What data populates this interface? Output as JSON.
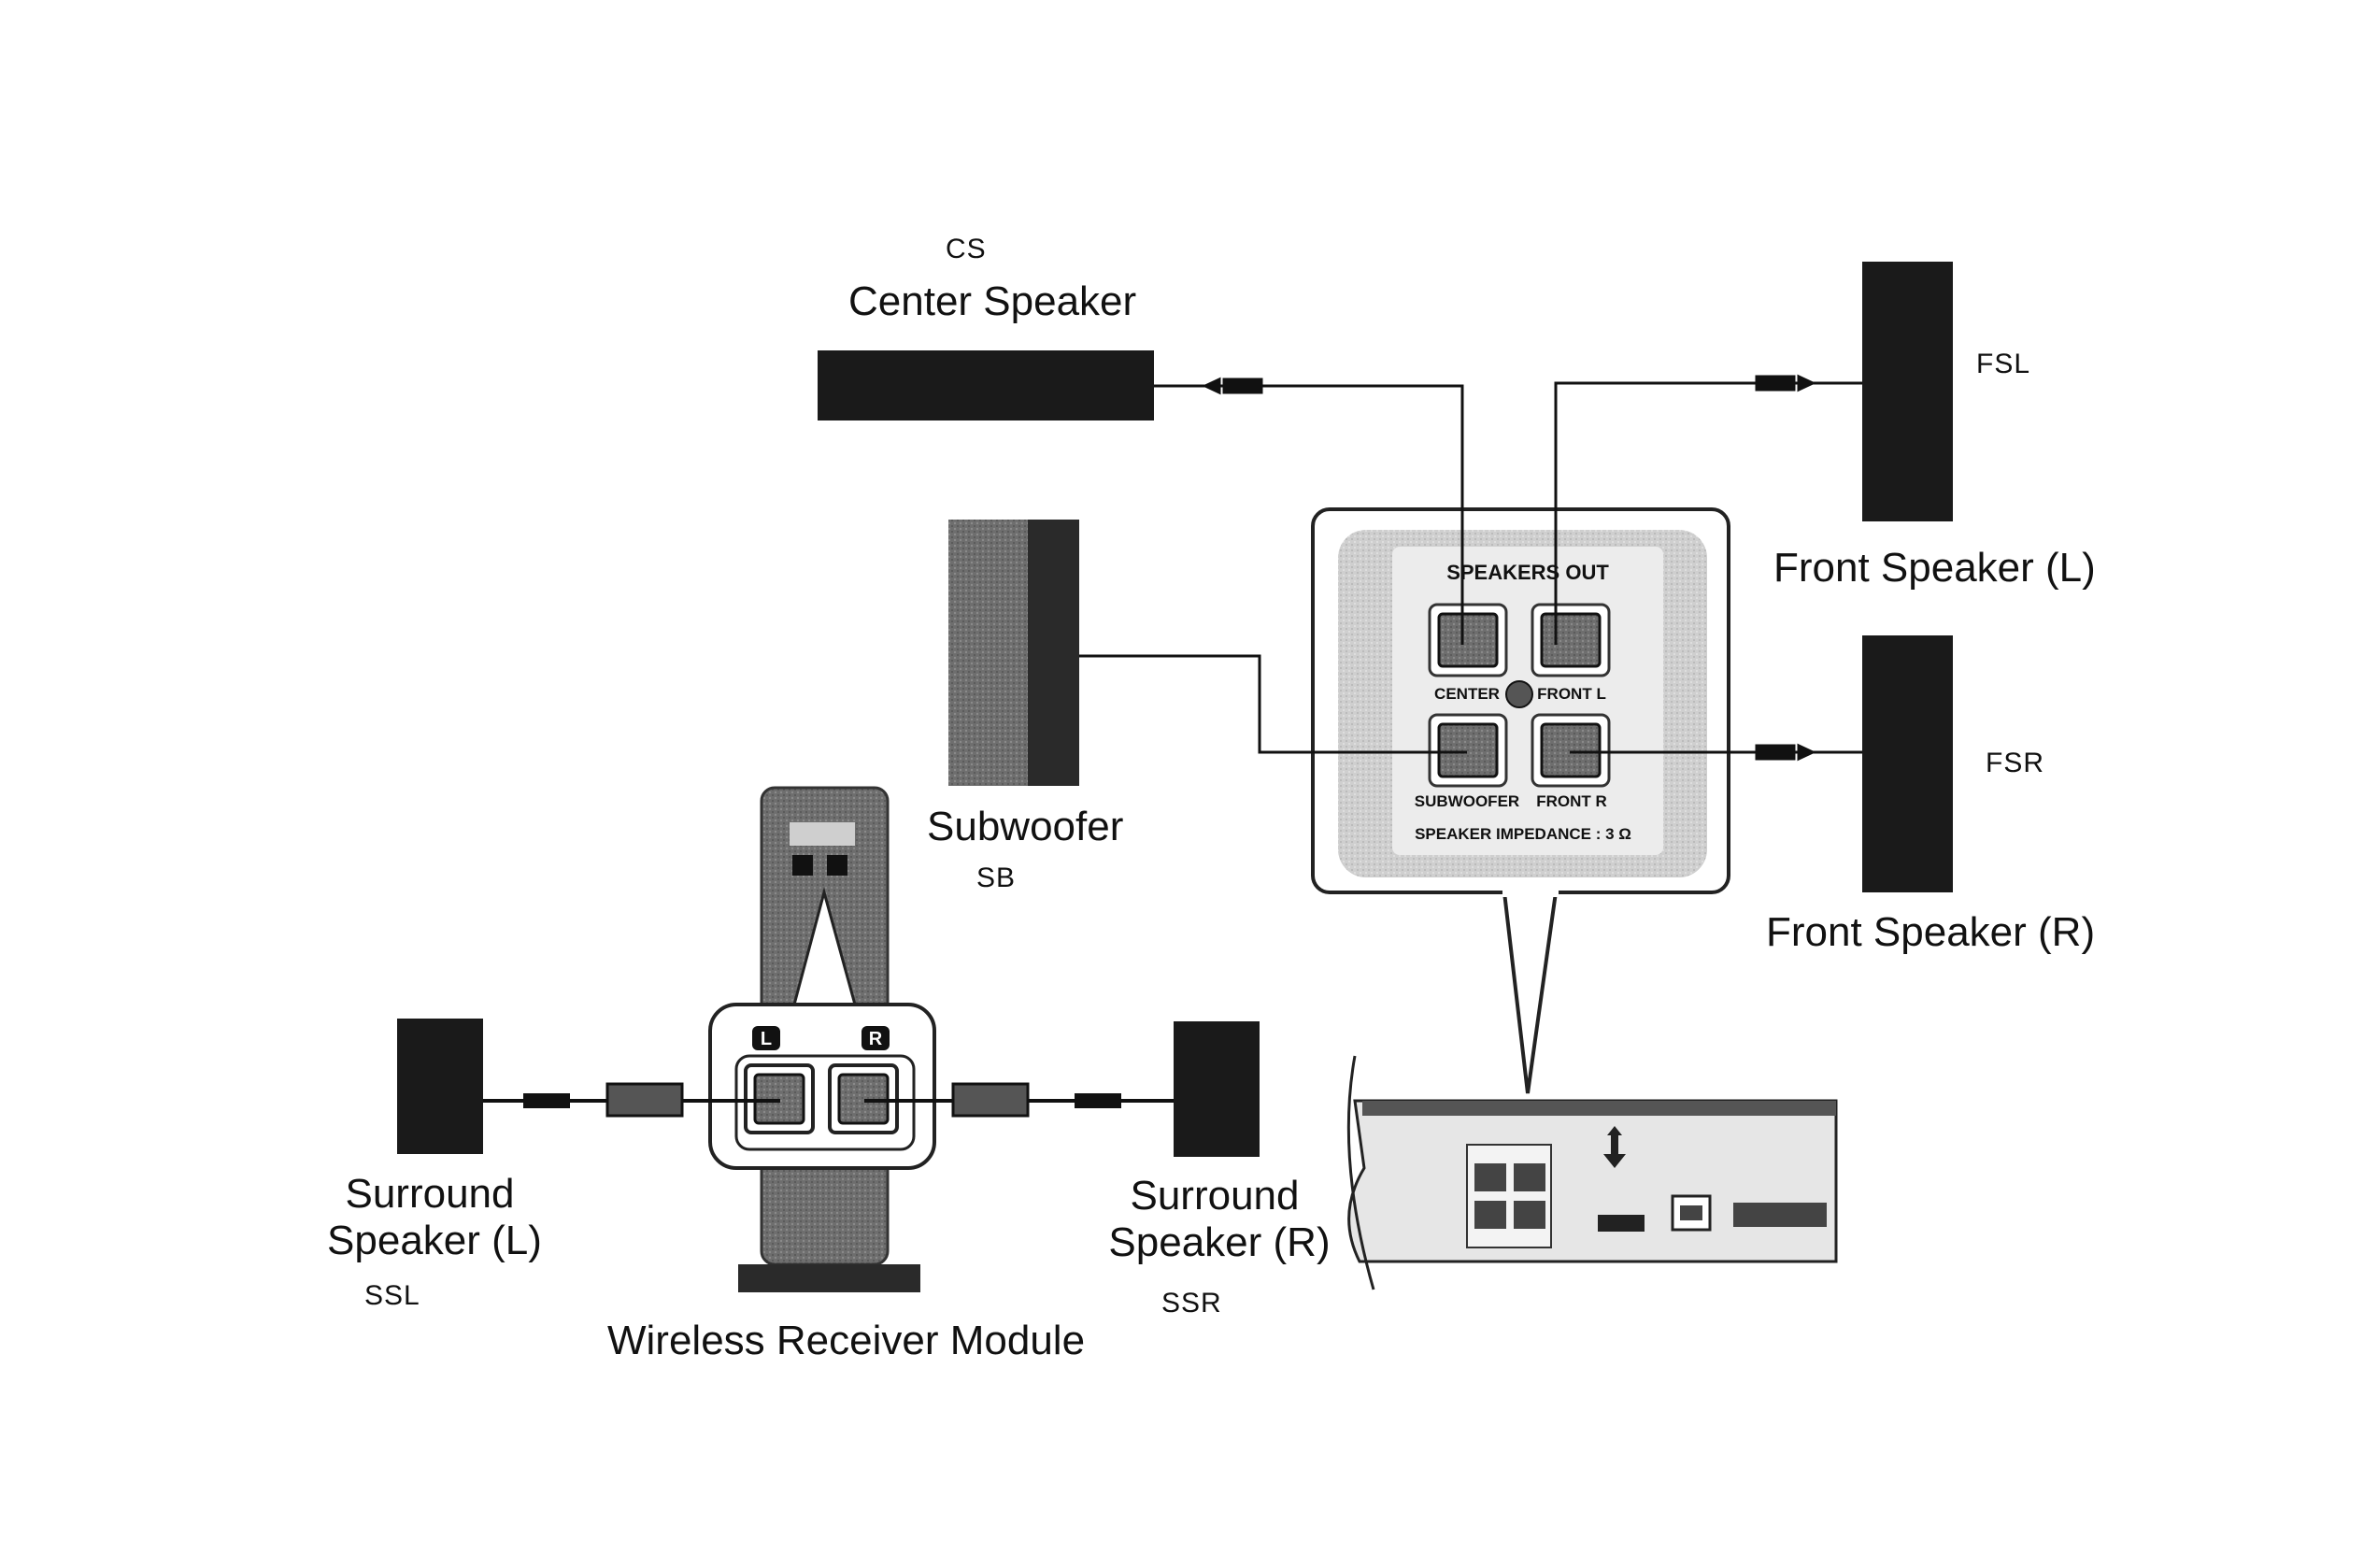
{
  "labels": {
    "cs_code": "CS",
    "center_speaker": "Center Speaker",
    "fsl_code": "FSL",
    "front_left": "Front Speaker (L)",
    "fsr_code": "FSR",
    "front_right": "Front Speaker (R)",
    "subwoofer": "Subwoofer",
    "sb_code": "SB",
    "surround_left_line1": "Surround",
    "surround_left_line2": "Speaker (L)",
    "ssl_code": "SSL",
    "surround_right_line1": "Surround",
    "surround_right_line2": "Speaker (R)",
    "ssr_code": "SSR",
    "wireless_module": "Wireless Receiver Module"
  },
  "panel": {
    "title": "SPEAKERS OUT",
    "center": "CENTER",
    "front_l": "FRONT L",
    "subwoofer": "SUBWOOFER",
    "front_r": "FRONT R",
    "impedance": "SPEAKER IMPEDANCE : 3 Ω"
  },
  "module": {
    "left_badge": "L",
    "right_badge": "R"
  },
  "colors": {
    "speaker": "#1a1a1a",
    "panel_bg": "#d8d8d8",
    "line": "#111111"
  }
}
